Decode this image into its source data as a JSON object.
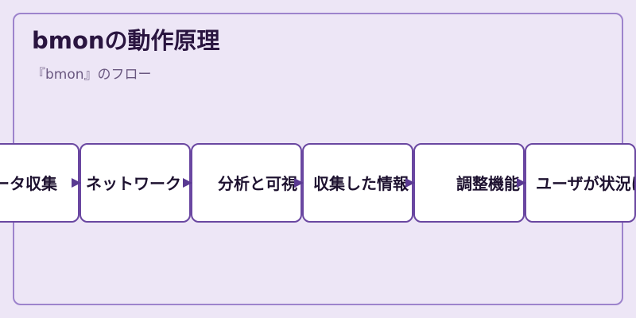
{
  "title": "bmonの動作原理",
  "subtitle": "『bmon』のフロー",
  "steps": [
    {
      "label": "データ収集"
    },
    {
      "label": "ネットワーク"
    },
    {
      "label": "分析と可視"
    },
    {
      "label": "収集した情報"
    },
    {
      "label": "調整機能"
    },
    {
      "label": "ユーザが状況に"
    }
  ],
  "colors": {
    "background": "#ede6f6",
    "panel_border": "#9d83cc",
    "step_border": "#6a47a1",
    "arrow": "#5a3a92",
    "title": "#2a1540"
  }
}
